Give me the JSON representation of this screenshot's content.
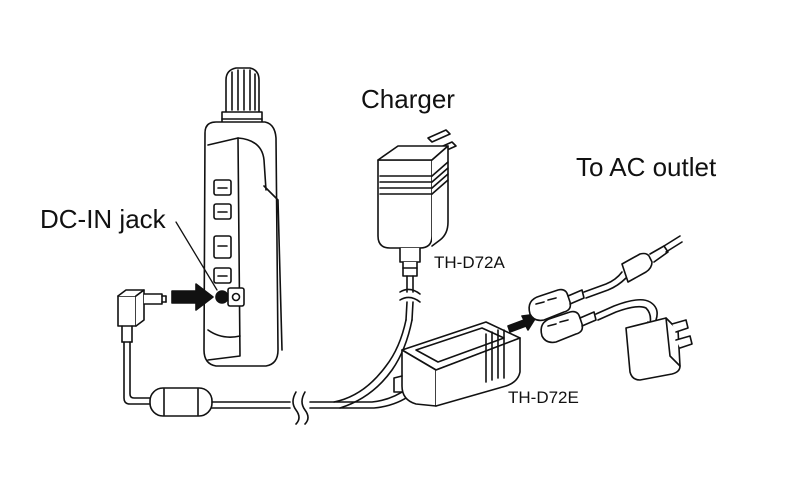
{
  "labels": {
    "charger": "Charger",
    "ac_outlet": "To AC outlet",
    "dc_in_jack": "DC-IN jack",
    "model_a": "TH-D72A",
    "model_e": "TH-D72E"
  },
  "colors": {
    "ink": "#111111",
    "background": "#ffffff"
  }
}
